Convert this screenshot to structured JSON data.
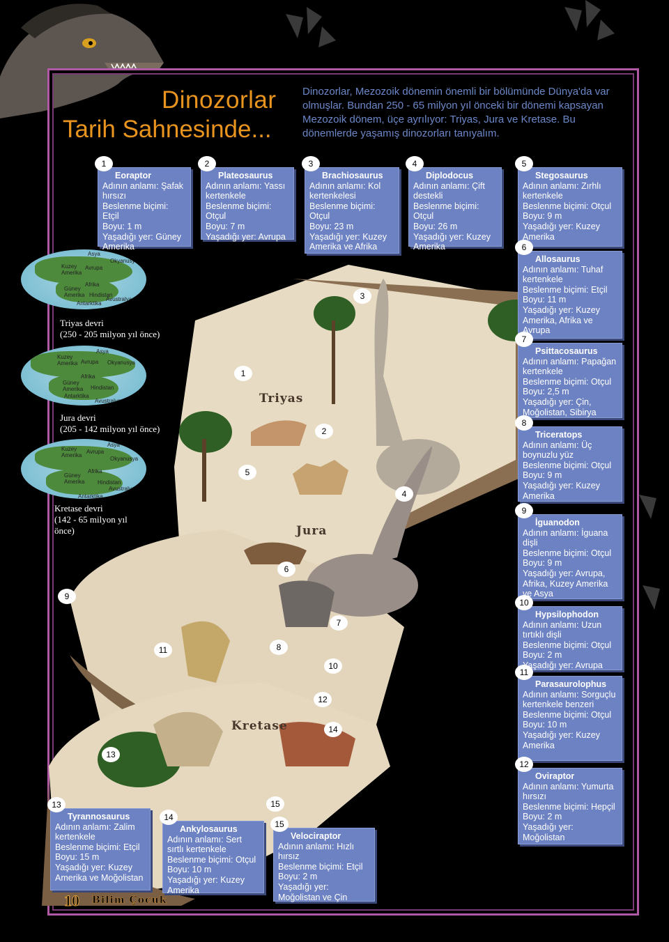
{
  "header": {
    "title_line1": "Dinozorlar",
    "title_line2": "Tarih Sahnesinde...",
    "intro": "Dinozorlar, Mezozoik dönemin önemli bir bölümünde Dünya'da var olmuşlar. Bundan 250 - 65 milyon yıl önceki bir dönemi kapsayan Mezozoik dönem, üçe ayrılıyor: Triyas, Jura ve Kretase. Bu dönemlerde yaşamış dinozorları tanıyalım."
  },
  "cards": [
    {
      "num": "1",
      "name": "Eoraptor",
      "lines": [
        "Adının anlamı: Şafak hırsızı",
        "Beslenme biçimi: Etçil",
        "Boyu: 1 m",
        "Yaşadığı yer: Güney Amerika"
      ]
    },
    {
      "num": "2",
      "name": "Plateosaurus",
      "lines": [
        "Adının anlamı: Yassı kertenkele",
        "Beslenme biçimi: Otçul",
        "Boyu: 7 m",
        "Yaşadığı yer: Avrupa"
      ]
    },
    {
      "num": "3",
      "name": "Brachiosaurus",
      "lines": [
        "Adının anlamı: Kol kertenkelesi",
        "Beslenme biçimi: Otçul",
        "Boyu: 23 m",
        "Yaşadığı yer: Kuzey Amerika ve Afrika"
      ]
    },
    {
      "num": "4",
      "name": "Diplodocus",
      "lines": [
        "Adının anlamı: Çift destekli",
        "Beslenme biçimi: Otçul",
        "Boyu: 26 m",
        "Yaşadığı yer: Kuzey Amerika"
      ]
    },
    {
      "num": "5",
      "name": "Stegosaurus",
      "lines": [
        "Adının anlamı: Zırhlı kertenkele",
        "Beslenme biçimi: Otçul",
        "Boyu: 9 m",
        "Yaşadığı yer: Kuzey Amerika"
      ]
    },
    {
      "num": "6",
      "name": "Allosaurus",
      "lines": [
        "Adının anlamı: Tuhaf kertenkele",
        "Beslenme biçimi: Etçil",
        "Boyu: 11 m",
        "Yaşadığı yer: Kuzey Amerika, Afrika ve Avrupa"
      ]
    },
    {
      "num": "7",
      "name": "Psittacosaurus",
      "lines": [
        "Adının anlamı: Papağan kertenkele",
        "Beslenme biçimi: Otçul",
        "Boyu: 2,5 m",
        "Yaşadığı yer: Çin, Moğolistan, Sibirya"
      ]
    },
    {
      "num": "8",
      "name": "Triceratops",
      "lines": [
        "Adının anlamı: Üç boynuzlu yüz",
        "Beslenme biçimi: Otçul",
        "Boyu: 9 m",
        "Yaşadığı yer: Kuzey Amerika"
      ]
    },
    {
      "num": "9",
      "name": "İguanodon",
      "lines": [
        "Adının anlamı: İguana dişli",
        "Beslenme biçimi: Otçul",
        "Boyu: 9 m",
        "Yaşadığı yer: Avrupa, Afrika, Kuzey Amerika ve Asya"
      ]
    },
    {
      "num": "10",
      "name": "Hypsilophodon",
      "lines": [
        "Adının anlamı: Uzun tırtıklı dişli",
        "Beslenme biçimi: Otçul",
        "Boyu: 2 m",
        "Yaşadığı yer: Avrupa"
      ]
    },
    {
      "num": "11",
      "name": "Parasaurolophus",
      "lines": [
        "Adının anlamı: Sorguçlu kertenkele benzeri",
        "Beslenme biçimi: Otçul",
        "Boyu: 10 m",
        "Yaşadığı yer: Kuzey Amerika"
      ]
    },
    {
      "num": "12",
      "name": "Oviraptor",
      "lines": [
        "Adının anlamı: Yumurta hırsızı",
        "Beslenme biçimi: Hepçil",
        "Boyu: 2 m",
        "Yaşadığı yer: Moğolistan"
      ]
    },
    {
      "num": "13",
      "name": "Tyrannosaurus",
      "lines": [
        "Adının anlamı: Zalim kertenkele",
        "Beslenme biçimi: Etçil",
        "Boyu: 15 m",
        "Yaşadığı yer: Kuzey Amerika ve Moğolistan"
      ]
    },
    {
      "num": "14",
      "name": "Ankylosaurus",
      "lines": [
        "Adının anlamı: Sert sırtlı kertenkele",
        "Beslenme biçimi: Otçul",
        "Boyu: 10 m",
        "Yaşadığı yer: Kuzey Amerika"
      ]
    },
    {
      "num": "15",
      "name": "Velociraptor",
      "lines": [
        "Adının anlamı: Hızlı hırsız",
        "Beslenme biçimi: Etçil",
        "Boyu: 2 m",
        "Yaşadığı yer: Moğolistan ve Çin"
      ]
    }
  ],
  "maps": [
    {
      "era": "Triyas devri",
      "range": "(250 - 205 milyon yıl önce)",
      "labels": {
        "asya": "Asya",
        "kuzey": "Kuzey",
        "amerika": "Amerika",
        "avrupa": "Avrupa",
        "okyanusya": "Okyanusya",
        "afrika": "Afrika",
        "guney": "Güney",
        "amerika2": "Amerika",
        "hindistan": "Hindistan",
        "avustralya": "Avustralya",
        "antarktika": "Antarktika"
      }
    },
    {
      "era": "Jura devri",
      "range": "(205 - 142 milyon yıl önce)",
      "labels": {
        "asya": "Asya",
        "kuzey": "Kuzey",
        "amerika": "Amerika",
        "avrupa": "Avrupa",
        "okyanusya": "Okyanusya",
        "afrika": "Afrika",
        "guney": "Güney",
        "amerika2": "Amerika",
        "hindistan": "Hindistan",
        "avustralya": "Avustralya",
        "antarktika": "Antarktika"
      }
    },
    {
      "era": "Kretase devri",
      "range": "(142 - 65 milyon yıl önce)",
      "labels": {
        "asya": "Asya",
        "kuzey": "Kuzey",
        "amerika": "Amerika",
        "avrupa": "Avrupa",
        "okyanusya": "Okyanusya",
        "afrika": "Afrika",
        "guney": "Güney",
        "amerika2": "Amerika",
        "hindistan": "Hindistan",
        "avustralya": "Avustralya",
        "antarktika": "Antarktika"
      }
    }
  ],
  "scene": {
    "era_triyas": "Triyas",
    "era_jura": "Jura",
    "era_kretase": "Kretase",
    "markers": [
      "1",
      "2",
      "3",
      "4",
      "5",
      "6",
      "7",
      "8",
      "9",
      "10",
      "11",
      "12",
      "13",
      "14",
      "15"
    ]
  },
  "footer": {
    "page": "10",
    "magazine": "Bilim Çocuk"
  },
  "colors": {
    "title": "#e8941e",
    "card": "#6d82c2",
    "intro": "#6c87c8",
    "frame": "#b05aa6",
    "ground": "#e8dcc4"
  }
}
